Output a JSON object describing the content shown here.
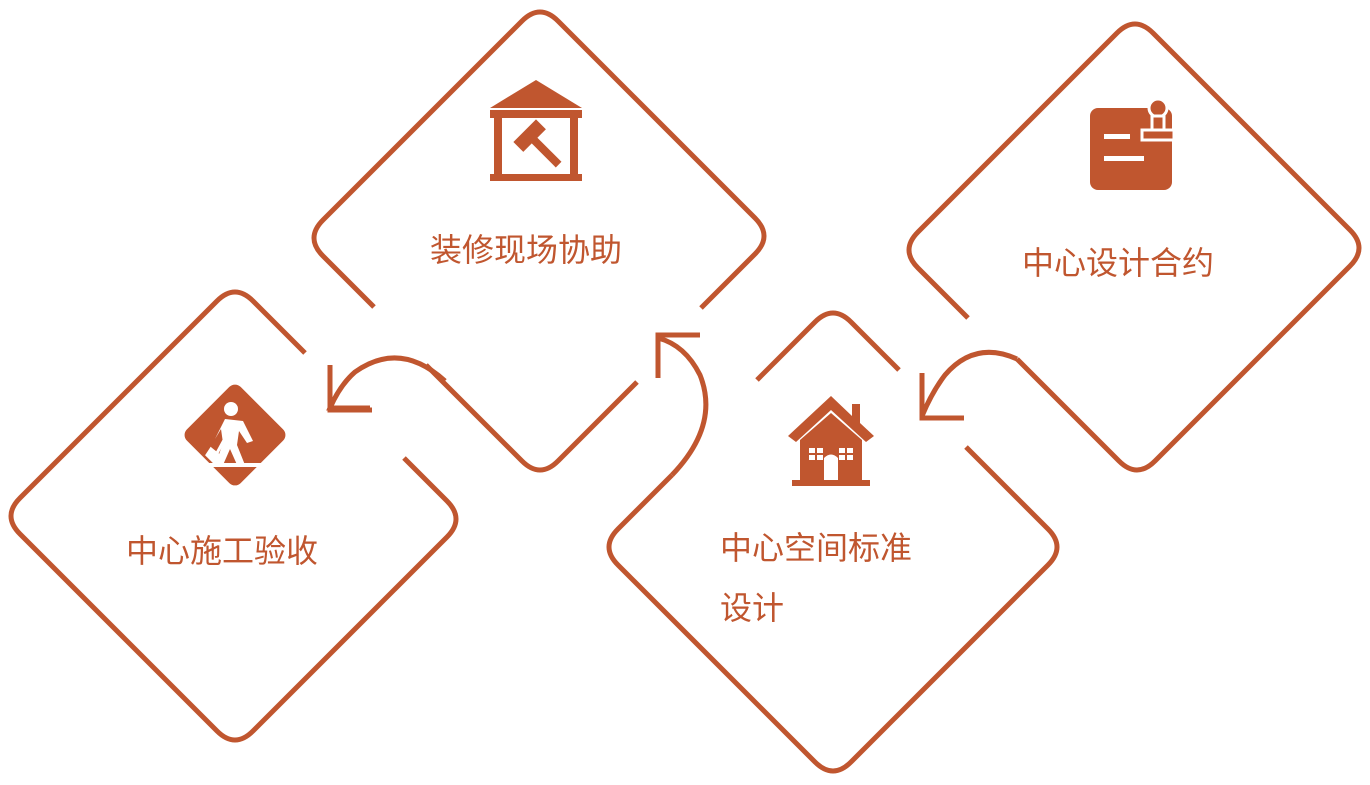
{
  "accent_color": "#C0562F",
  "steps": {
    "renovation": {
      "label": "装修现场协助",
      "icon": "building-hammer-icon"
    },
    "contract": {
      "label": "中心设计合约",
      "icon": "contract-stamp-icon"
    },
    "acceptance": {
      "label": "中心施工验收",
      "icon": "worker-shovel-sign-icon"
    },
    "space_design": {
      "label_line1": "中心空间标准",
      "label_line2": "设计",
      "icon": "house-icon"
    }
  }
}
